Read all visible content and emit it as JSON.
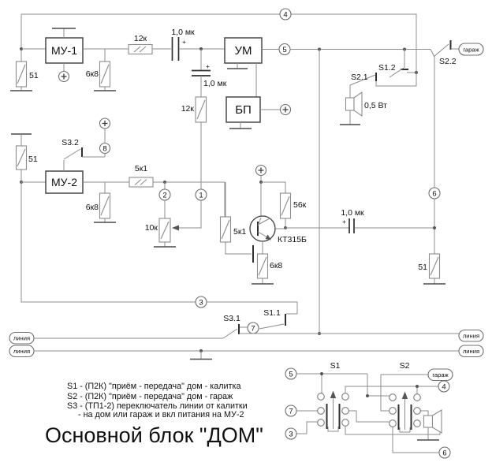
{
  "title": "Основной блок \"ДОМ\"",
  "blocks": {
    "mu1": "МУ-1",
    "mu2": "МУ-2",
    "um": "УМ",
    "bp": "БП"
  },
  "nodes": {
    "n1": "1",
    "n2": "2",
    "n3": "3",
    "n4": "4",
    "n5": "5",
    "n6": "6",
    "n7": "7",
    "n8": "8"
  },
  "parts": {
    "r_in1": "51",
    "r_fb1": "6к8",
    "r_series1": "12к",
    "c_in_um": "1,0 мк",
    "c_tone": "1,0 мк",
    "r_tone": "12к",
    "r_in2": "51",
    "r_fb2": "6к8",
    "r_series2": "5к1",
    "r_volume": "10к",
    "r_base": "5к1",
    "r_bias": "56к",
    "r_emitter": "6к8",
    "c_out": "1,0 мк",
    "r_line": "51",
    "transistor": "КТ315Б",
    "speaker_power": "0,5 Вт",
    "polarity": "+"
  },
  "switches": {
    "s11": "S1.1",
    "s12": "S1.2",
    "s21": "S2.1",
    "s22": "S2.2",
    "s31": "S3.1",
    "s32": "S3.2",
    "s1": "S1",
    "s2": "S2"
  },
  "terminals": {
    "garage": "гараж",
    "line": "линия"
  },
  "legend": {
    "l1": "S1 -  (П2К) \"приём - передача\" дом - калитка",
    "l2": "S2 -  (П2К) \"приём - передача\"  дом - гараж",
    "l3": "S3  -  (ТП1-2) переключатель линии от калитки",
    "l4": "-  на дом или гараж и вкл питания на МУ-2"
  }
}
